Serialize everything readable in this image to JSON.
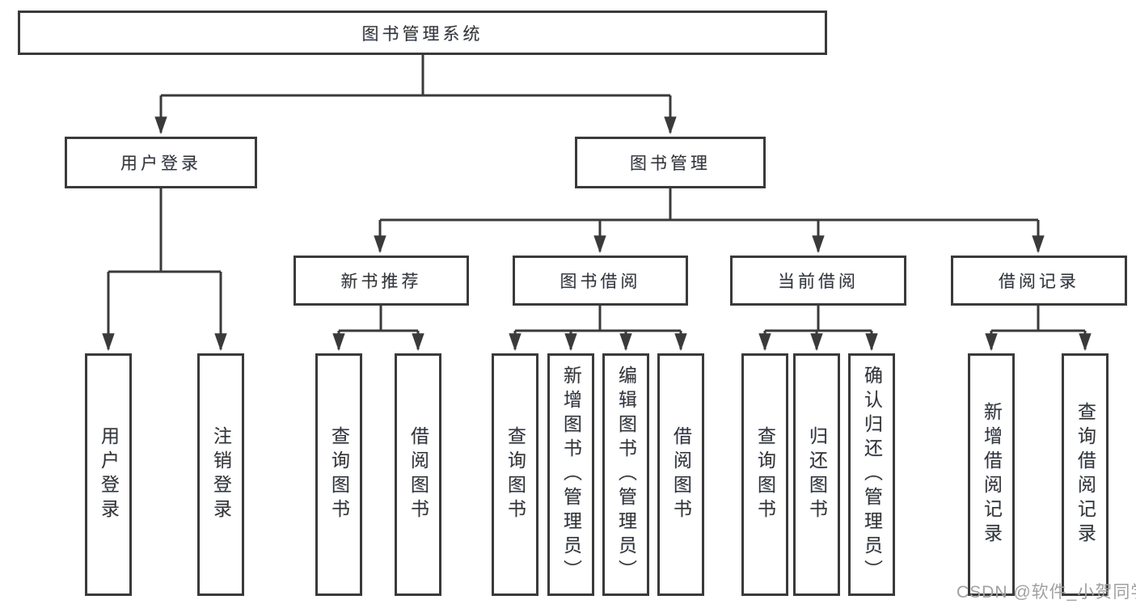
{
  "diagram": {
    "title": "图书管理系统",
    "watermark": "CSDN @软件_小贺同学",
    "colors": {
      "line": "#3a3a3a",
      "box_border": "#3a3a3a",
      "text": "#333333",
      "watermark": "#a0a0a0",
      "background": "#ffffff"
    }
  },
  "tree": {
    "label": "图书管理系统",
    "children": [
      {
        "label": "用户登录",
        "children": [
          {
            "label": "用户登录"
          },
          {
            "label": "注销登录"
          }
        ]
      },
      {
        "label": "图书管理",
        "children": [
          {
            "label": "新书推荐",
            "children": [
              {
                "label": "查询图书"
              },
              {
                "label": "借阅图书"
              }
            ]
          },
          {
            "label": "图书借阅",
            "children": [
              {
                "label": "查询图书"
              },
              {
                "label": "新增图书（管理员）"
              },
              {
                "label": "编辑图书（管理员）"
              },
              {
                "label": "借阅图书"
              }
            ]
          },
          {
            "label": "当前借阅",
            "children": [
              {
                "label": "查询图书"
              },
              {
                "label": "归还图书"
              },
              {
                "label": "确认归还（管理员）"
              }
            ]
          },
          {
            "label": "借阅记录",
            "children": [
              {
                "label": "新增借阅记录"
              },
              {
                "label": "查询借阅记录"
              }
            ]
          }
        ]
      }
    ]
  }
}
